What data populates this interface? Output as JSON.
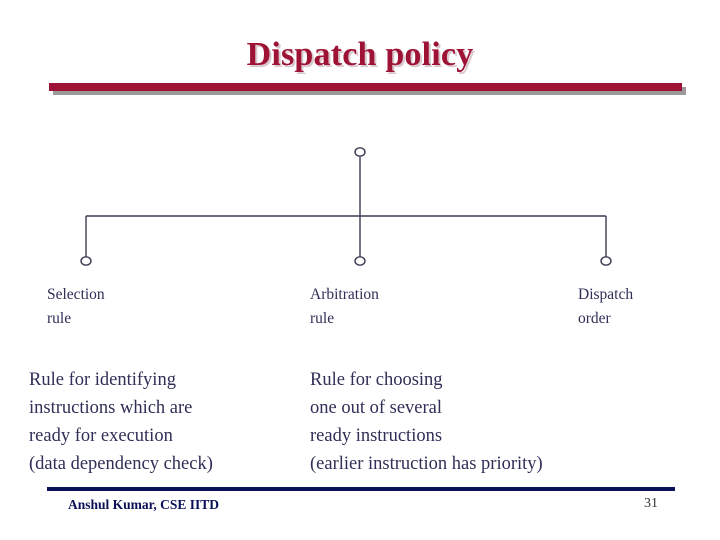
{
  "slide": {
    "title": "Dispatch policy",
    "page_number": "31",
    "accent_color": "#9E1335",
    "text_color": "#2f2f57",
    "footer_color": "#0a1157",
    "diagram_line_color": "#3a3a52"
  },
  "diagram": {
    "root_node_name": "root-node",
    "branches": [
      {
        "key": "selection",
        "line1": "Selection",
        "line2": "rule"
      },
      {
        "key": "arbitration",
        "line1": "Arbitration",
        "line2": "rule"
      },
      {
        "key": "dispatch",
        "line1": "Dispatch",
        "line2": "order"
      }
    ]
  },
  "body": {
    "left": {
      "lines": [
        "Rule for identifying",
        "instructions which are",
        "ready for execution",
        "(data dependency check)"
      ]
    },
    "right": {
      "lines": [
        "Rule for choosing",
        "one out of several",
        "ready instructions",
        "(earlier instruction has priority)"
      ]
    }
  },
  "footer": {
    "author": "Anshul Kumar, CSE IITD"
  }
}
